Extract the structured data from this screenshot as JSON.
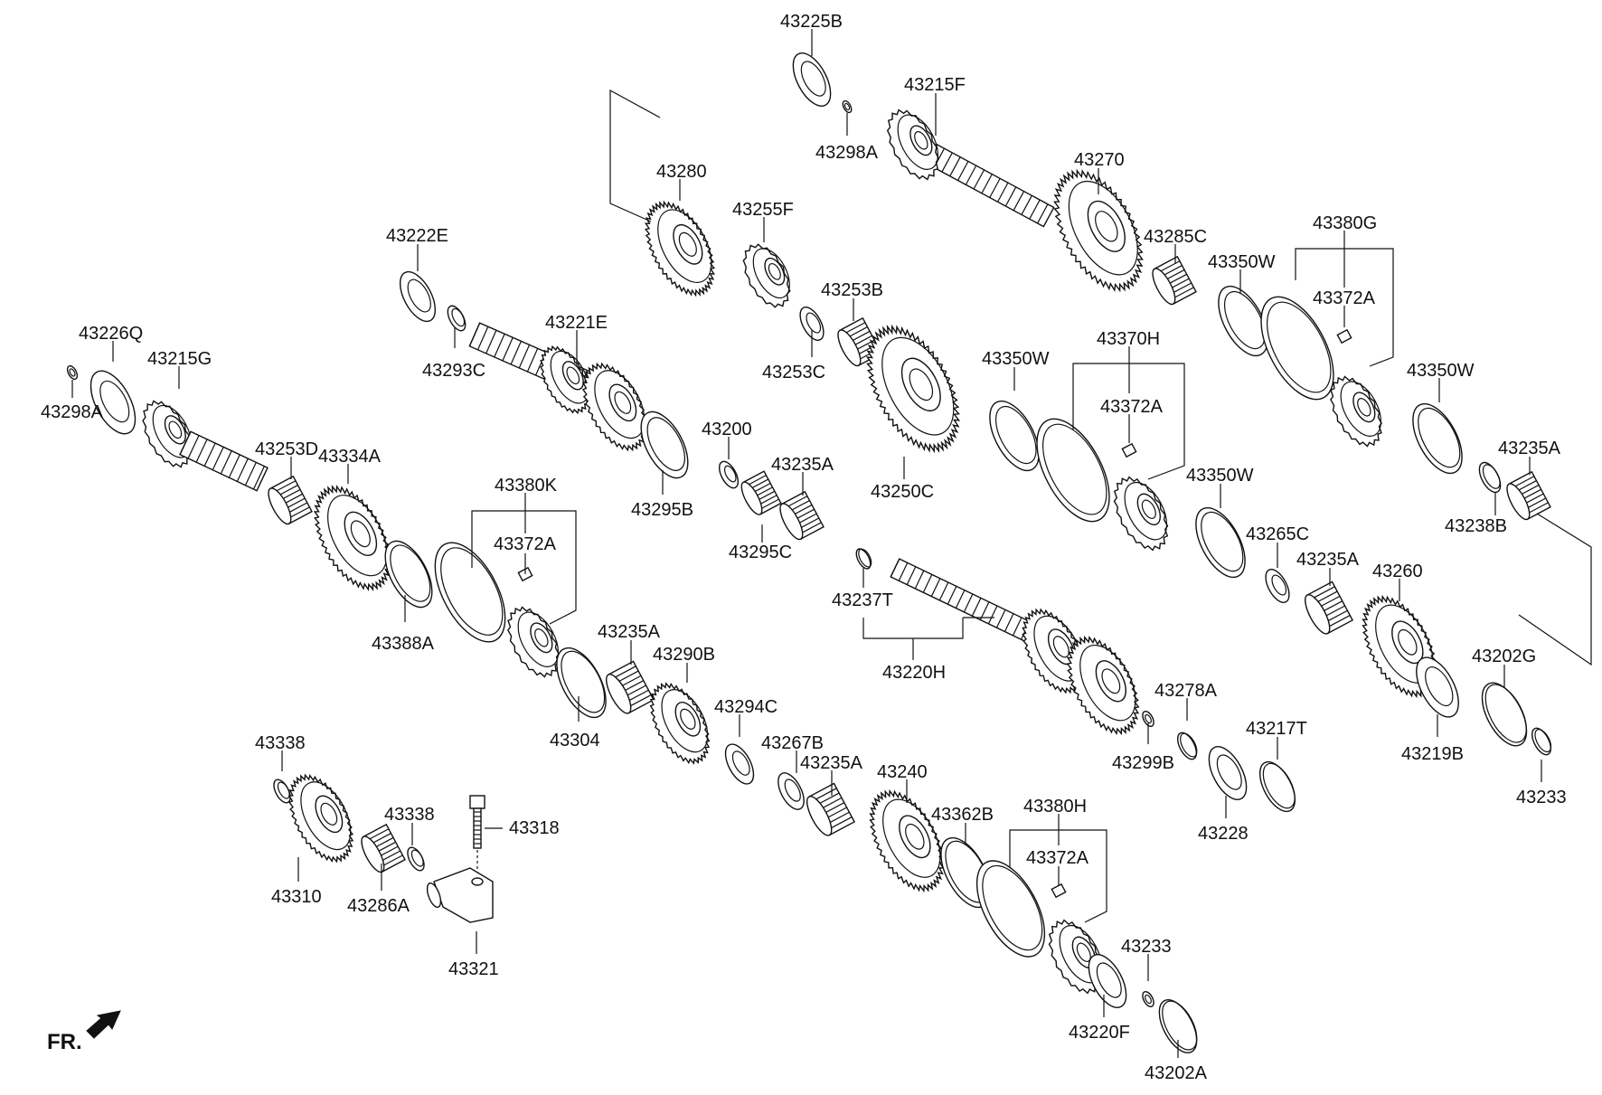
{
  "orientation_mark": "FR.",
  "labels": {
    "l43225B": "43225B",
    "l43215F": "43215F",
    "l43298A_top": "43298A",
    "l43280": "43280",
    "l43270": "43270",
    "l43255F": "43255F",
    "l43285C": "43285C",
    "l43380G": "43380G",
    "l43350W_a": "43350W",
    "l43222E": "43222E",
    "l43253B": "43253B",
    "l43372A_a": "43372A",
    "l43221E": "43221E",
    "l43226Q": "43226Q",
    "l43215G": "43215G",
    "l43293C": "43293C",
    "l43253C": "43253C",
    "l43350W_b": "43350W",
    "l43370H": "43370H",
    "l43350W_c": "43350W",
    "l43298A_left": "43298A",
    "l43372A_b": "43372A",
    "l43235A_a": "43235A",
    "l43253D": "43253D",
    "l43334A": "43334A",
    "l43200": "43200",
    "l43235A_b": "43235A",
    "l43350W_d": "43350W",
    "l43250C": "43250C",
    "l43238B": "43238B",
    "l43380K": "43380K",
    "l43295B": "43295B",
    "l43265C": "43265C",
    "l43372A_c": "43372A",
    "l43295C": "43295C",
    "l43235A_c": "43235A",
    "l43260": "43260",
    "l43237T": "43237T",
    "l43388A": "43388A",
    "l43235A_d": "43235A",
    "l43290B": "43290B",
    "l43220H": "43220H",
    "l43202G": "43202G",
    "l43278A": "43278A",
    "l43294C": "43294C",
    "l43217T": "43217T",
    "l43304": "43304",
    "l43267B": "43267B",
    "l43338_a": "43338",
    "l43219B": "43219B",
    "l43299B": "43299B",
    "l43235A_e": "43235A",
    "l43240": "43240",
    "l43380H": "43380H",
    "l43233_a": "43233",
    "l43362B": "43362B",
    "l43338_b": "43338",
    "l43228": "43228",
    "l43318": "43318",
    "l43372A_d": "43372A",
    "l43310": "43310",
    "l43286A": "43286A",
    "l43321": "43321",
    "l43233_b": "43233",
    "l43220F": "43220F",
    "l43202A": "43202A"
  }
}
